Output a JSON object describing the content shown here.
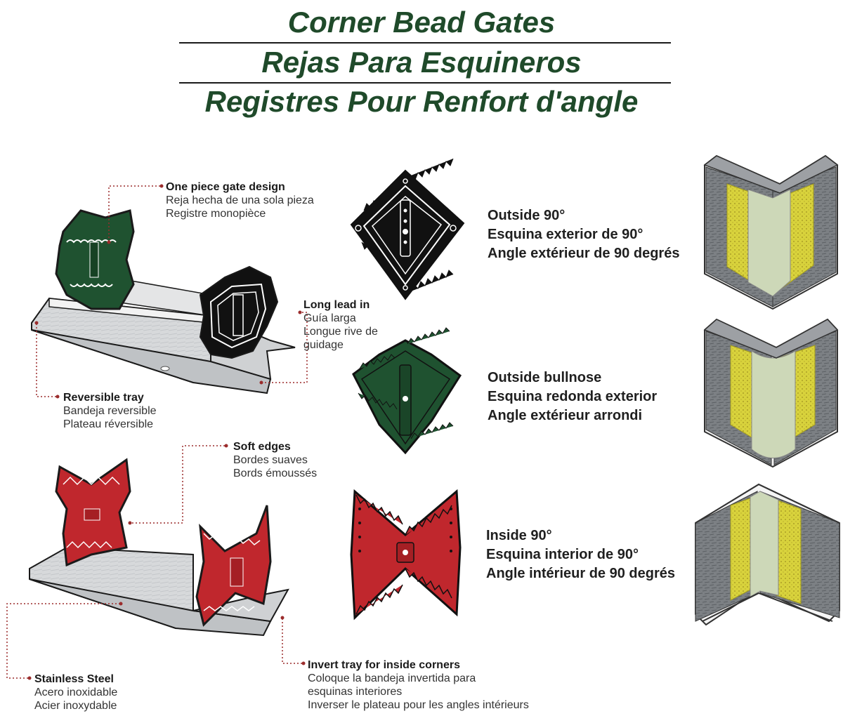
{
  "title": {
    "en": "Corner Bead Gates",
    "es": "Rejas Para Esquineros",
    "fr": "Registres Pour Renfort d'angle"
  },
  "callouts": {
    "one_piece": {
      "l1": "One piece gate design",
      "l2": "Reja hecha de una sola pieza",
      "l3": "Registre monopièce"
    },
    "long_lead": {
      "l1": "Long lead in",
      "l2": "Guía larga",
      "l3": "Longue rive de",
      "l4": "guidage"
    },
    "reversible": {
      "l1": "Reversible tray",
      "l2": "Bandeja reversible",
      "l3": "Plateau réversible"
    },
    "soft_edges": {
      "l1": "Soft edges",
      "l2": "Bordes suaves",
      "l3": "Bords émoussés"
    },
    "stainless": {
      "l1": "Stainless Steel",
      "l2": "Acero inoxidable",
      "l3": "Acier inoxydable"
    },
    "invert": {
      "l1": "Invert tray for inside corners",
      "l2": "Coloque la bandeja invertida para",
      "l3": "esquinas interiores",
      "l4": "Inverser le plateau pour les angles intérieurs"
    }
  },
  "gates": [
    {
      "l1": "Outside 90°",
      "l2": "Esquina exterior de 90°",
      "l3": "Angle extérieur de 90 degrés",
      "color": "#111111"
    },
    {
      "l1": "Outside bullnose",
      "l2": "Esquina redonda exterior",
      "l3": "Angle extérieur arrondi",
      "color": "#1f5230"
    },
    {
      "l1": "Inside 90°",
      "l2": "Esquina interior de 90°",
      "l3": "Angle intérieur de 90 degrés",
      "color": "#c0272d"
    }
  ],
  "colors": {
    "title_green": "#1f4a2a",
    "gate_black": "#111111",
    "gate_green": "#1f5230",
    "gate_red": "#c0272d",
    "leader_red": "#9b2c2c",
    "steel": "#d2d4d6",
    "drywall_gray": "#8a8d91",
    "joint_yellow": "#d7d23a",
    "mud_green": "#c8d4b0"
  }
}
